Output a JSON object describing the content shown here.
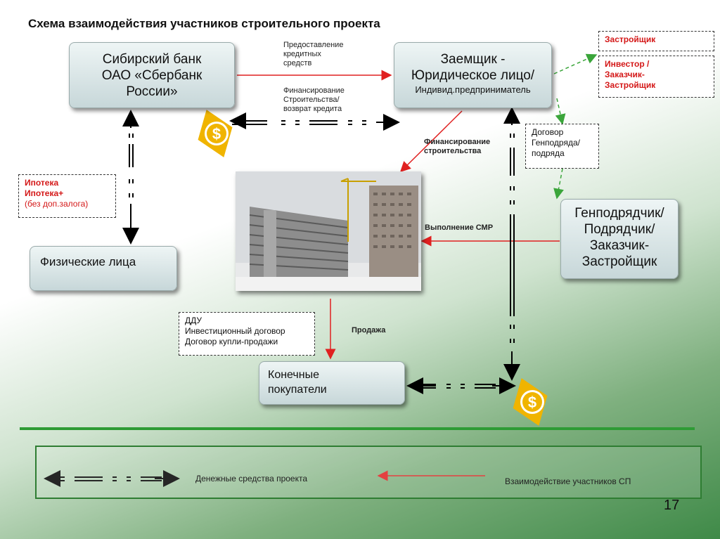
{
  "title": "Схема взаимодействия участников строительного проекта",
  "nodes": {
    "bank": {
      "line1": "Сибирский банк",
      "line2": "ОАО «Сбербанк",
      "line3": "России»"
    },
    "borrower": {
      "line1": "Заемщик -",
      "line2": "Юридическое лицо/",
      "line3": "Индивид.предприниматель"
    },
    "individuals": {
      "label": "Физические лица"
    },
    "contractor": {
      "line1": "Генподрядчик/",
      "line2": "Подрядчик/",
      "line3": "Заказчик-",
      "line4": "Застройщик"
    },
    "buyers": {
      "line1": "Конечные",
      "line2": "покупатели"
    }
  },
  "roles": {
    "developer": "Застройщик",
    "investor_line1": "Инвестор /",
    "investor_line2": "Заказчик-",
    "investor_line3": "Застройщик"
  },
  "mortgage": {
    "line1": "Ипотека",
    "line2": "Ипотека+",
    "line3": "(без доп.залога)"
  },
  "contract": {
    "line1": "Договор",
    "line2": "Генподряда/",
    "line3": "подряда"
  },
  "agreements": {
    "line1": "ДДУ",
    "line2": "Инвестиционный договор",
    "line3": "Договор купли-продажи"
  },
  "edges": {
    "credit_line1": "Предоставление",
    "credit_line2": "кредитных",
    "credit_line3": "средств",
    "finance_line1": "Финансирование",
    "finance_line2": "Строительства/",
    "finance_line3": "возврат кредита",
    "build_fin_line1": "Финансирование",
    "build_fin_line2": "строительства",
    "smr": "Выполнение СМР",
    "sale": "Продажа"
  },
  "legend": {
    "money": "Денежные средства проекта",
    "interaction": "Взаимодействие участников СП"
  },
  "page_number": "17",
  "colors": {
    "red_arrow": "#e02020",
    "green_dashed": "#3aa53a",
    "coin": "#f0b400",
    "green_rule": "#2e9b35"
  }
}
